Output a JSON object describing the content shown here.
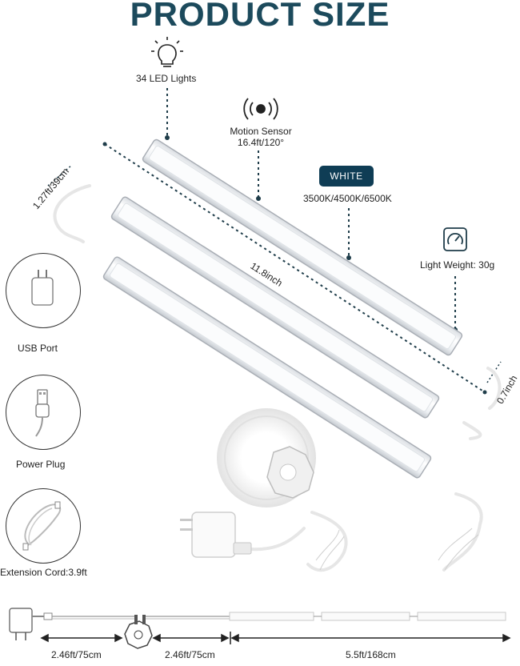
{
  "title": "PRODUCT SIZE",
  "features": {
    "led": {
      "label": "34 LED Lights",
      "icon": "lightbulb-icon"
    },
    "motion": {
      "label_line1": "Motion Sensor",
      "label_line2": "16.4ft/120°",
      "icon": "motion-sensor-icon"
    },
    "color": {
      "badge": "WHITE",
      "temps": "3500K/4500K/6500K"
    },
    "weight": {
      "label": "Light Weight: 30g",
      "icon": "gauge-icon"
    }
  },
  "dimensions": {
    "bar_length": "11.8inch",
    "bar_width": "0.7inch",
    "connector_cable": "1.27ft/39cm"
  },
  "accessories": [
    {
      "label": "USB Port",
      "icon": "usb-adapter-icon"
    },
    {
      "label": "Power Plug",
      "icon": "usb-plug-icon"
    },
    {
      "label": "Extension Cord:3.9ft",
      "icon": "extension-cord-icon"
    }
  ],
  "bottom_measurements": [
    "2.46ft/75cm",
    "2.46ft/75cm",
    "5.5ft/168cm"
  ],
  "colors": {
    "title": "#1c4a5c",
    "badge": "#0f3d55",
    "bar_light": "#f4f6f8",
    "bar_frame": "#b8bcc2"
  }
}
